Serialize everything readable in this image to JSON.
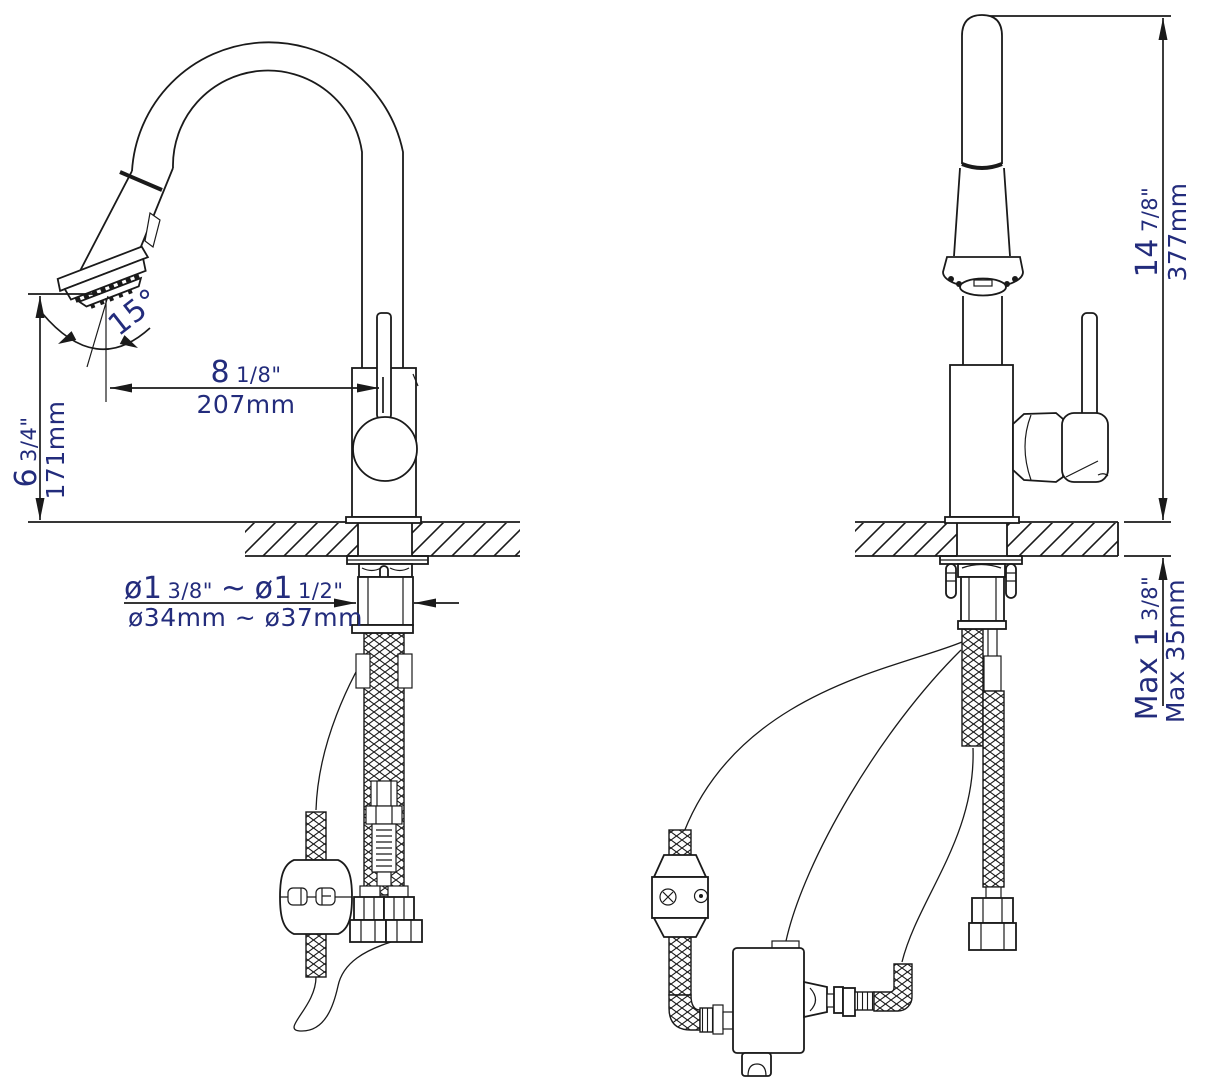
{
  "drawing": {
    "colors": {
      "background": "#ffffff",
      "line": "#1a1a1a",
      "dimension_text": "#232c7c"
    },
    "dims": {
      "reach": {
        "whole": "8",
        "frac": "1/8\"",
        "metric": "207mm"
      },
      "spout_height": {
        "whole": "6",
        "frac": "3/4\"",
        "metric": "171mm"
      },
      "spray_angle": {
        "label": "15°"
      },
      "hole_diameter": {
        "d1": "ø1",
        "d1_frac": "3/8\"",
        "tilde": "~",
        "d2": "ø1",
        "d2_frac": "1/2\"",
        "metric": "ø34mm ~ ø37mm"
      },
      "overall_height": {
        "whole": "14",
        "frac": "7/8\"",
        "metric": "377mm"
      },
      "deck_thickness": {
        "label": "Max 1",
        "frac": "3/8\"",
        "metric": "Max 35mm"
      }
    }
  }
}
